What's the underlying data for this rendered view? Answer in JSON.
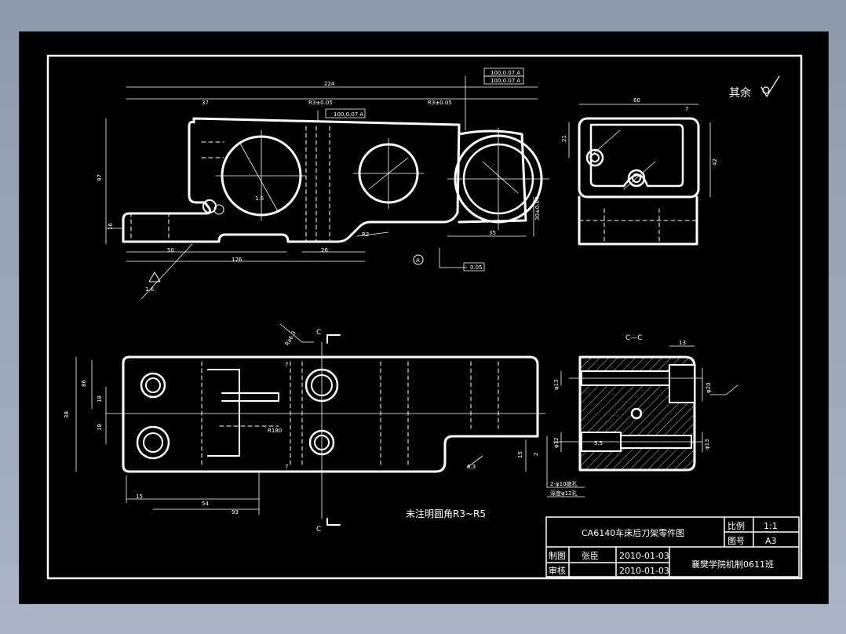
{
  "roughness": "其余",
  "note": "未注明圆角R3~R5",
  "title_block": {
    "drawing_name": "CA6140车床后刀架零件图",
    "scale_label": "比例",
    "scale_value": "1:1",
    "drawing_no_label": "图号",
    "drawing_no_value": "A3",
    "drawn_label": "制图",
    "drawn_by": "张臣",
    "drawn_date": "2010-01-03",
    "check_label": "审核",
    "check_date": "2010-01-03",
    "school": "襄樊学院机制0611班"
  },
  "section": {
    "title": "C—C",
    "marker_top": "C",
    "marker_bottom": "C"
  },
  "datum": "A",
  "dims": {
    "front_total": "224",
    "front_37": "37",
    "front_h1": "R3±0.05",
    "front_h2": "R3±0.05",
    "front_height": "97",
    "front_left_h": "16",
    "front_bottom_50": "50",
    "front_bottom_126": "126",
    "front_bottom_26": "26",
    "front_right_35": "35",
    "front_right_h": "30±0.07",
    "front_rough": "1.6",
    "front_r2": "R2",
    "tol_1": "100,0.07 A",
    "tol_2": "100,0.07 A",
    "tol_3": "100,0.07 A",
    "tol_pos": "0.05",
    "side_60": "60",
    "side_7": "7",
    "side_21": "21",
    "side_42": "42",
    "top_86": "86",
    "top_38": "38",
    "top_18a": "18",
    "top_18b": "18",
    "top_15": "15",
    "top_54": "54",
    "top_93": "93",
    "top_r180": "R180",
    "top_7a": "7",
    "top_7b": "7",
    "top_rough_a": "Ra6.3",
    "top_rough_b": "6.3",
    "top_15r": "15",
    "top_2": "2",
    "cs_13": "13",
    "cs_phi13": "φ13",
    "cs_phi20": "φ20",
    "cs_phi12": "φ12",
    "cs_phi13b": "φ13",
    "cs_55": "5.5",
    "cs_note1": "2-φ10锪孔",
    "cs_note2": "深度φ12孔"
  }
}
